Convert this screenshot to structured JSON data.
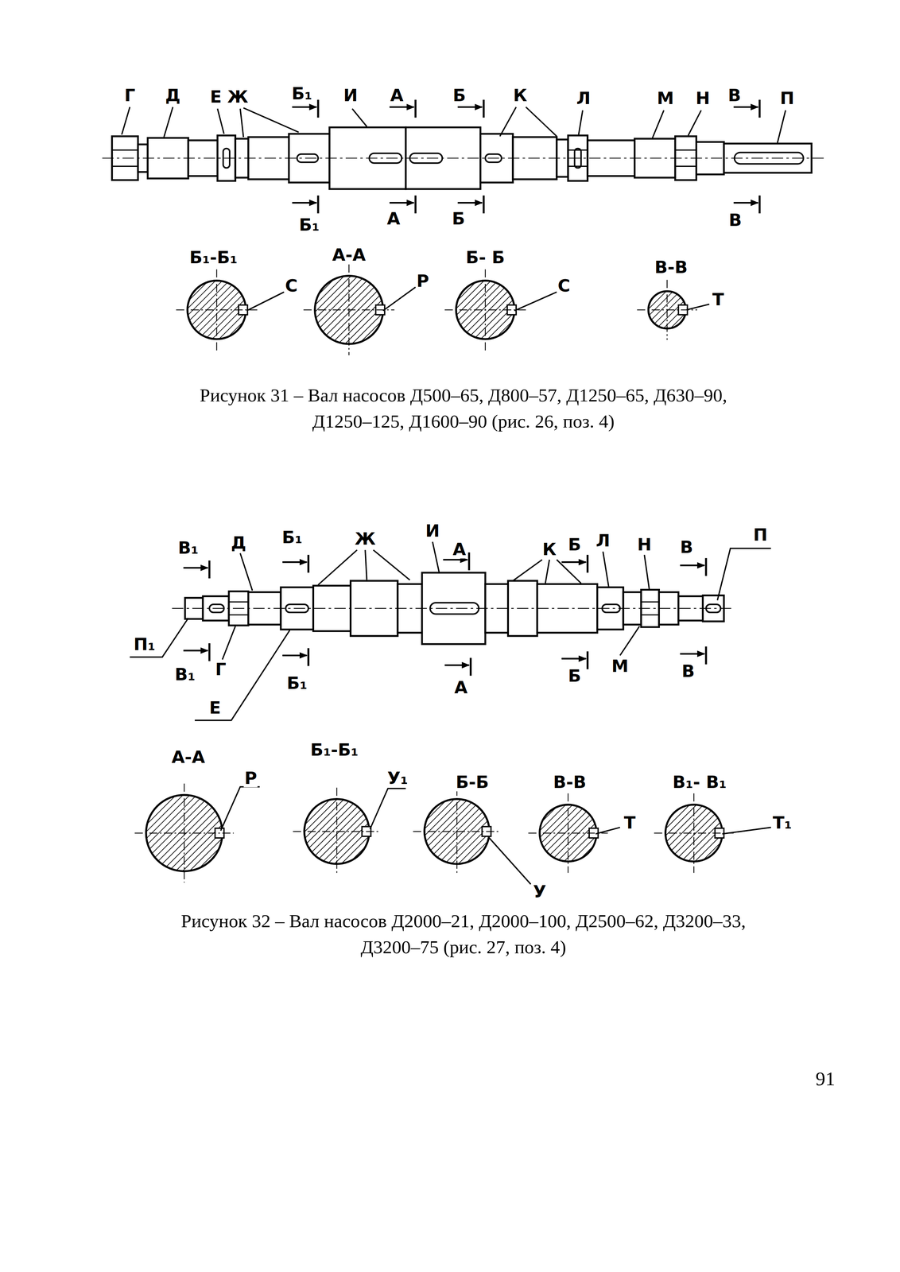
{
  "diagram": {
    "labels": [
      "Г",
      "Д",
      "Е",
      "Ж",
      "Б₁",
      "И",
      "А",
      "Б",
      "К",
      "Л",
      "М",
      "Н",
      "В",
      "П",
      "Б₁",
      "А",
      "Б",
      "В",
      "Б₁-Б₁",
      "С",
      "А-А",
      "Р",
      "Б- Б",
      "С",
      "В-В",
      "Т",
      "Рисунок 31 – Вал насосов Д500–65, Д800–57, Д1250–65, Д630–90, Д1250–125, Д1600–90 (рис. 26, поз. 4)",
      "В₁",
      "Д",
      "Б₁",
      "Ж",
      "И",
      "А",
      "К",
      "Б",
      "Л",
      "Н",
      "В",
      "П",
      "П₁",
      "В₁",
      "Г",
      "Б₁",
      "Е",
      "А",
      "Б",
      "М",
      "В",
      "А-А",
      "Р",
      "Б₁-Б₁",
      "У₁",
      "Б-Б",
      "У",
      "В-В",
      "Т",
      "В₁- В₁",
      "Т₁",
      "Рисунок 32 – Вал насосов Д2000–21, Д2000–100, Д2500–62, Д3200–33, Д3200–75 (рис. 27, поз. 4)",
      "91"
    ]
  }
}
